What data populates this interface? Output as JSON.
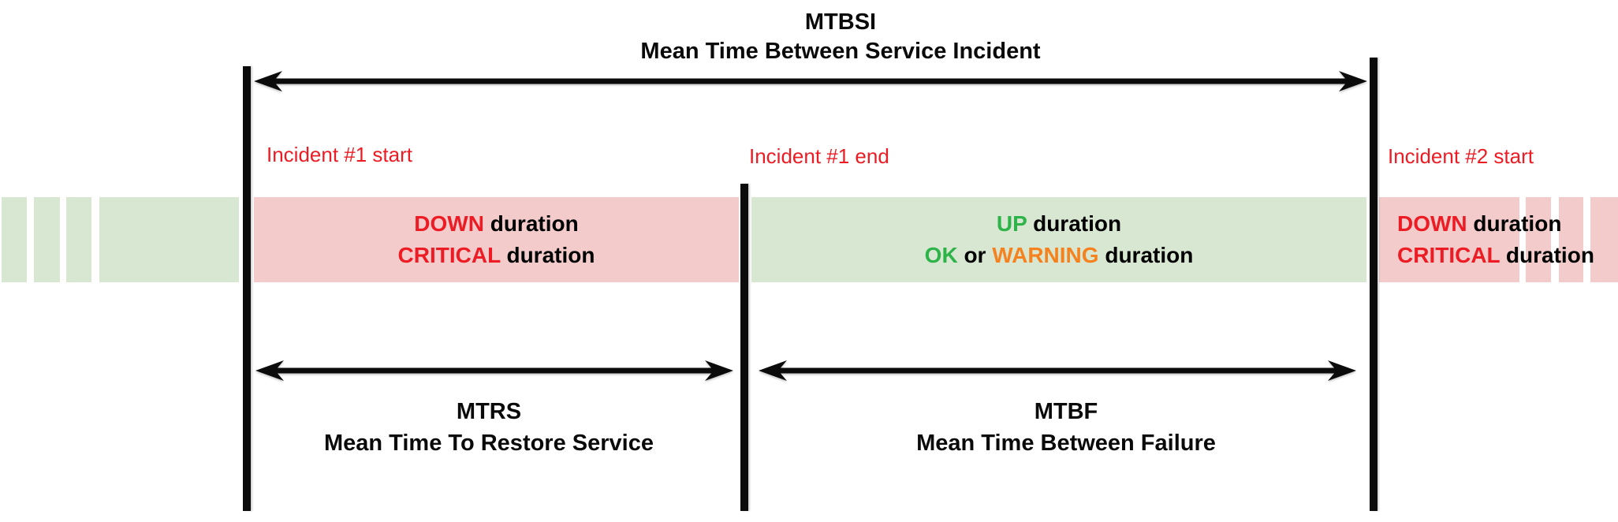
{
  "colors": {
    "red": "#ed1c24",
    "green": "#2eb34a",
    "orange": "#f5821f",
    "pink_band": "#f3cbcb",
    "green_band": "#d8e7d1",
    "bar_black": "#0b0b0b"
  },
  "metrics": {
    "mtbsi": {
      "abbr": "MTBSI",
      "name": "Mean Time Between Service Incident"
    },
    "mtrs": {
      "abbr": "MTRS",
      "name": "Mean Time To Restore Service"
    },
    "mtbf": {
      "abbr": "MTBF",
      "name": "Mean Time Between Failure"
    }
  },
  "incident_markers": [
    {
      "label": "Incident #1 start"
    },
    {
      "label": "Incident #1 end"
    },
    {
      "label": "Incident #2 start"
    }
  ],
  "bands": {
    "down1": {
      "status1": "DOWN",
      "after1": " duration",
      "status2": "CRITICAL",
      "after2": " duration"
    },
    "up": {
      "status1": "UP",
      "after1": " duration",
      "ok": "OK",
      "or": " or ",
      "warning": "WARNING",
      "after2": " duration"
    },
    "down2": {
      "status1": "DOWN",
      "after1": " duration",
      "status2": "CRITICAL",
      "after2": " duration"
    }
  }
}
